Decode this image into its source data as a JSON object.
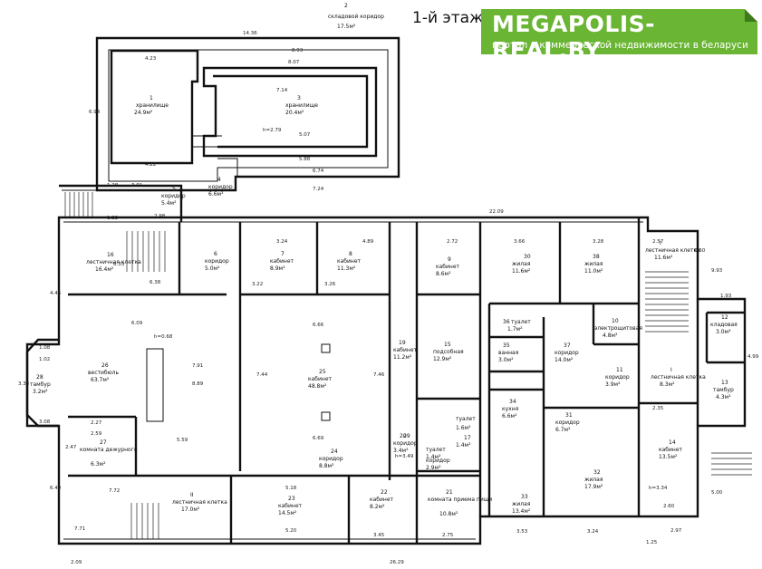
{
  "floor_title": "1-й этаж",
  "banner": {
    "name": "MEGAPOLIS-REAL.BY",
    "tagline": "портал о коммерческой недвижимости в беларуси"
  },
  "rooms": [
    {
      "num": "1",
      "name": "хранилище",
      "area": "24.9м²"
    },
    {
      "num": "2",
      "name": "складовой коридор",
      "area": "17.5м²"
    },
    {
      "num": "3",
      "name": "хранилище",
      "area": "20.4м²"
    },
    {
      "num": "4",
      "name": "коридор",
      "area": "6.6м²"
    },
    {
      "num": "5",
      "name": "коридор",
      "area": "5.4м²"
    },
    {
      "num": "6",
      "name": "коридор",
      "area": "5.0м²"
    },
    {
      "num": "7",
      "name": "кабинет",
      "area": "8.9м²"
    },
    {
      "num": "8",
      "name": "кабинет",
      "area": "11.3м²"
    },
    {
      "num": "9",
      "name": "кабинет",
      "area": "8.6м²"
    },
    {
      "num": "10",
      "name": "электрощитовая",
      "area": "4.8м²"
    },
    {
      "num": "11",
      "name": "коридор",
      "area": "3.9м²"
    },
    {
      "num": "12",
      "name": "кладовая",
      "area": "3.0м²"
    },
    {
      "num": "13",
      "name": "тамбур",
      "area": "4.3м²"
    },
    {
      "num": "14",
      "name": "кабинет",
      "area": "13.5м²"
    },
    {
      "num": "15",
      "name": "подсобная",
      "area": "12.9м²"
    },
    {
      "num": "16",
      "name": "лестничная клетка",
      "area": "16.4м²"
    },
    {
      "num": "17",
      "name": "",
      "area": "1.4м²"
    },
    {
      "num": "19",
      "name": "кабинет",
      "area": "11.2м²"
    },
    {
      "num": "20",
      "name": "коридор",
      "area": "3.4м²"
    },
    {
      "num": "21",
      "name": "комната приема пищи",
      "area": "10.8м²"
    },
    {
      "num": "22",
      "name": "кабинет",
      "area": "8.2м²"
    },
    {
      "num": "23",
      "name": "кабинет",
      "area": "14.5м²"
    },
    {
      "num": "24",
      "name": "коридор",
      "area": "8.8м²"
    },
    {
      "num": "25",
      "name": "кабинет",
      "area": "48.8м²"
    },
    {
      "num": "26",
      "name": "вестибюль",
      "area": "63.7м²"
    },
    {
      "num": "27",
      "name": "комната дежурного",
      "area": "6.3м²"
    },
    {
      "num": "28",
      "name": "тамбур",
      "area": "3.2м²"
    },
    {
      "num": "29",
      "name": "коридор",
      "area": "2.9м²"
    },
    {
      "num": "30",
      "name": "жилая",
      "area": "11.6м²"
    },
    {
      "num": "31",
      "name": "коридор",
      "area": "6.7м²"
    },
    {
      "num": "32",
      "name": "жилая",
      "area": "17.9м²"
    },
    {
      "num": "33",
      "name": "жилая",
      "area": "13.4м²"
    },
    {
      "num": "34",
      "name": "кухня",
      "area": "6.6м²"
    },
    {
      "num": "35",
      "name": "ванная",
      "area": "3.0м²"
    },
    {
      "num": "36",
      "name": "туалет",
      "area": "1.7м²"
    },
    {
      "num": "37",
      "name": "коридор",
      "area": "14.0м²"
    },
    {
      "num": "38",
      "name": "жилая",
      "area": "11.0м²"
    },
    {
      "num": "I",
      "name": "лестничная клетка",
      "area": "11.6м²"
    },
    {
      "num": "I",
      "name": "лестничная клетка",
      "area": "8.3м²"
    },
    {
      "num": "II",
      "name": "лестничная клетка",
      "area": "17.0м²"
    },
    {
      "num": "",
      "name": "туалет",
      "area": "1.6м²"
    },
    {
      "num": "",
      "name": "туалет",
      "area": "1.4м²"
    }
  ],
  "dimensions": [
    "14.36",
    "8.93",
    "8.07",
    "7.14",
    "6.74",
    "7.24",
    "22.09",
    "26.29",
    "2.09",
    "2.97",
    "1.25",
    "4.23",
    "4.22",
    "5.07",
    "5.88",
    "3.24",
    "4.89",
    "3.66",
    "3.28",
    "2.72",
    "2.57",
    "0.60",
    "6.94",
    "4.45",
    "6.49",
    "9.93",
    "4.99",
    "5.00",
    "1.93",
    "7.72",
    "7.71",
    "5.18",
    "5.20",
    "3.45",
    "2.75",
    "3.53",
    "3.24",
    "2.60",
    "2.35",
    "6.33",
    "6.38",
    "3.01",
    "2.98",
    "1.28",
    "1.22",
    "3.22",
    "3.26",
    "6.66",
    "6.69",
    "6.09",
    "5.59",
    "7.91",
    "8.89",
    "7.46",
    "7.44",
    "2.27",
    "2.59",
    "2.47",
    "1.02",
    "1.08",
    "3.08",
    "3.33",
    "h=3.34",
    "h=2.79",
    "h=0.68",
    "h=3.49"
  ]
}
